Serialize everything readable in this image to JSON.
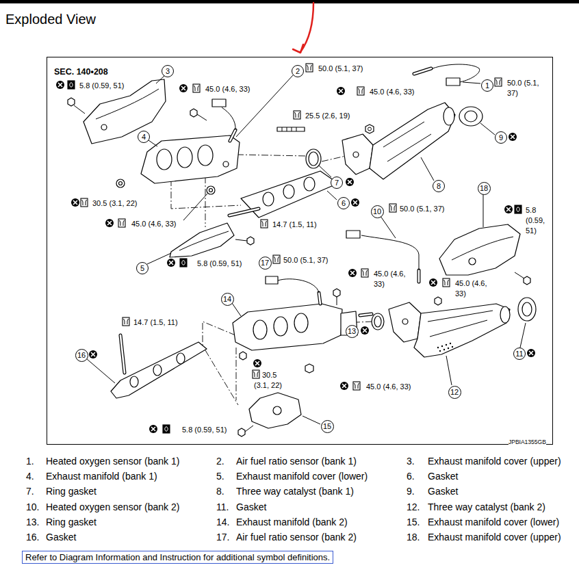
{
  "diagram": {
    "title": "Exploded View",
    "nodes": [
      {
        "text": [
          "SEC. 140•208",
          "JPBIA1355GB"
        ]
      },
      {
        "text": [
          "1"
        ],
        "in": 0
      },
      {
        "text": [
          "2"
        ],
        "in": 0
      },
      {
        "text": [
          "3"
        ],
        "in": 0
      },
      {
        "text": [
          "4"
        ],
        "in": 0
      },
      {
        "text": [
          "5"
        ],
        "in": 0
      },
      {
        "text": [
          "6"
        ],
        "in": 0
      },
      {
        "text": [
          "7"
        ],
        "in": 0
      },
      {
        "text": [
          "8"
        ],
        "in": 0
      },
      {
        "text": [
          "9"
        ],
        "in": 0
      },
      {
        "text": [
          "10"
        ],
        "in": 0
      },
      {
        "text": [
          "11"
        ],
        "in": 0
      },
      {
        "text": [
          "12"
        ],
        "in": 0
      },
      {
        "text": [
          "13"
        ],
        "in": 0
      },
      {
        "text": [
          "14"
        ],
        "in": 0
      },
      {
        "text": [
          "15"
        ],
        "in": 0
      },
      {
        "text": [
          "16"
        ],
        "in": 0
      },
      {
        "text": [
          "17"
        ],
        "in": 0
      },
      {
        "text": [
          "18"
        ],
        "in": 0
      },
      {
        "text": [
          "Refer to Diagram Information and Instruction for additional symbol definitions."
        ]
      }
    ],
    "labels": [
      "5.8 (0.59, 51)",
      "45.0 (4.6, 33)",
      "50.0 (5.1, 37)",
      "45.0 (4.6, 33)",
      "50.0 (5.1, 37)",
      "25.5 (2.6, 19)",
      "30.5 (3.1, 22)",
      "45.0 (4.6, 33)",
      "14.7 (1.5, 11)",
      "5.8 (0.59, 51)",
      "50.0 (5.1, 37)",
      "5.8 (0.59, 51)",
      "50.0 (5.1, 37)",
      "45.0 (4.6, 33)",
      "45.0 (4.6, 33)",
      "14.7 (1.5, 11)",
      "30.5 (3.1, 22)",
      "45.0 (4.6, 33)",
      "5.8 (0.59, 51)",
      "1.",
      "Heated oxygen sensor (bank 1)",
      "2.",
      "Air fuel ratio sensor (bank 1)",
      "3.",
      "Exhaust manifold cover (upper)",
      "4.",
      "Exhaust manifold (bank 1)",
      "5.",
      "Exhaust manifold cover (lower)",
      "6.",
      "Gasket",
      "7.",
      "Ring gasket",
      "8.",
      "Three way catalyst (bank 1)",
      "9.",
      "Gasket",
      "10.",
      "Heated oxygen sensor (bank 2)",
      "11.",
      "Gasket",
      "12.",
      "Three way catalyst (bank 2)",
      "13.",
      "Ring gasket",
      "14.",
      "Exhaust manifold (bank 2)",
      "15.",
      "Exhaust manifold cover (lower)",
      "16.",
      "Gasket",
      "17.",
      "Air fuel ratio sensor (bank 2)",
      "18.",
      "Exhaust manifold cover (upper)"
    ]
  }
}
